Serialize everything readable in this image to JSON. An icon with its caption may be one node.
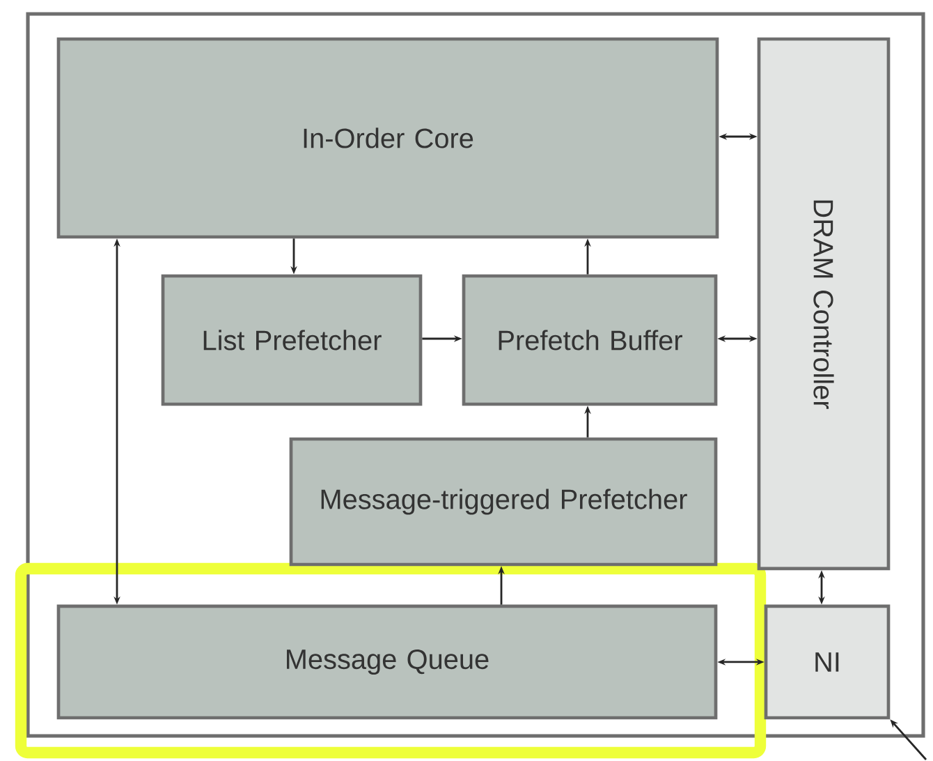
{
  "diagram": {
    "nodes": [
      {
        "text": [
          "In-Order Core"
        ]
      },
      {
        "text": [
          "DRAM Controller"
        ]
      },
      {
        "text": [
          "List Prefetcher"
        ]
      },
      {
        "text": [
          "Prefetch Buffer"
        ]
      },
      {
        "text": [
          "Message-triggered Prefetcher"
        ]
      },
      {
        "text": [
          "Message Queue"
        ]
      },
      {
        "text": [
          "NI"
        ]
      }
    ],
    "edges": [
      {
        "from": 0,
        "to": 2,
        "arrow": "to"
      },
      {
        "from": 3,
        "to": 0,
        "arrow": "to"
      },
      {
        "from": 0,
        "to": 1,
        "arrow": "both"
      },
      {
        "from": 2,
        "to": 3,
        "arrow": "to"
      },
      {
        "from": 3,
        "to": 1,
        "arrow": "both"
      },
      {
        "from": 4,
        "to": 3,
        "arrow": "to"
      },
      {
        "from": 5,
        "to": 0,
        "arrow": "both"
      },
      {
        "from": 5,
        "to": 4,
        "arrow": "to"
      },
      {
        "from": 5,
        "to": 6,
        "arrow": "both"
      },
      {
        "from": 1,
        "to": 6,
        "arrow": "both"
      },
      {
        "from": null,
        "to": 6,
        "arrow": "to"
      }
    ]
  }
}
